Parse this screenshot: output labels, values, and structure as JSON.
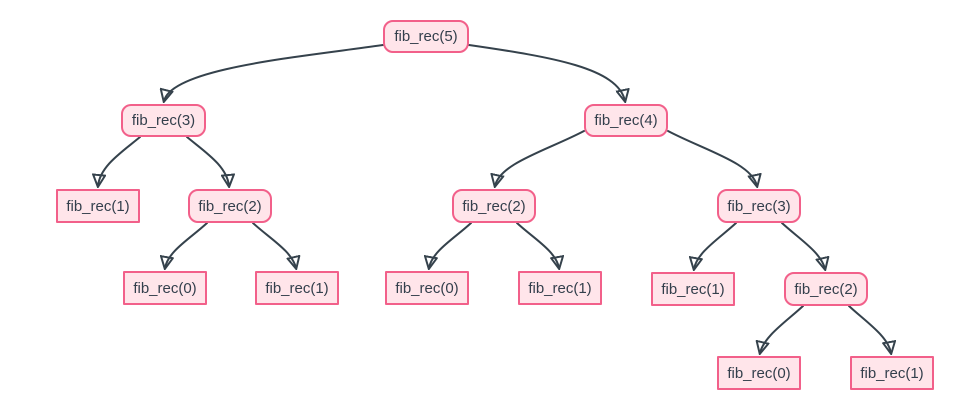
{
  "diagram": {
    "type": "recursion-tree",
    "nodes": [
      {
        "id": "n5",
        "label": "fib_rec(5)",
        "shape": "rounded"
      },
      {
        "id": "n3",
        "label": "fib_rec(3)",
        "shape": "rounded"
      },
      {
        "id": "n4",
        "label": "fib_rec(4)",
        "shape": "rounded"
      },
      {
        "id": "n3_1",
        "label": "fib_rec(1)",
        "shape": "square"
      },
      {
        "id": "n3_2",
        "label": "fib_rec(2)",
        "shape": "rounded"
      },
      {
        "id": "n4_2",
        "label": "fib_rec(2)",
        "shape": "rounded"
      },
      {
        "id": "n4_3",
        "label": "fib_rec(3)",
        "shape": "rounded"
      },
      {
        "id": "n3_2_0",
        "label": "fib_rec(0)",
        "shape": "square"
      },
      {
        "id": "n3_2_1",
        "label": "fib_rec(1)",
        "shape": "square"
      },
      {
        "id": "n4_2_0",
        "label": "fib_rec(0)",
        "shape": "square"
      },
      {
        "id": "n4_2_1",
        "label": "fib_rec(1)",
        "shape": "square"
      },
      {
        "id": "n4_3_1",
        "label": "fib_rec(1)",
        "shape": "square"
      },
      {
        "id": "n4_3_2",
        "label": "fib_rec(2)",
        "shape": "rounded"
      },
      {
        "id": "n4_3_2_0",
        "label": "fib_rec(0)",
        "shape": "square"
      },
      {
        "id": "n4_3_2_1",
        "label": "fib_rec(1)",
        "shape": "square"
      }
    ],
    "edges": [
      {
        "from": "n5",
        "to": "n3"
      },
      {
        "from": "n5",
        "to": "n4"
      },
      {
        "from": "n3",
        "to": "n3_1"
      },
      {
        "from": "n3",
        "to": "n3_2"
      },
      {
        "from": "n3_2",
        "to": "n3_2_0"
      },
      {
        "from": "n3_2",
        "to": "n3_2_1"
      },
      {
        "from": "n4",
        "to": "n4_2"
      },
      {
        "from": "n4",
        "to": "n4_3"
      },
      {
        "from": "n4_2",
        "to": "n4_2_0"
      },
      {
        "from": "n4_2",
        "to": "n4_2_1"
      },
      {
        "from": "n4_3",
        "to": "n4_3_1"
      },
      {
        "from": "n4_3",
        "to": "n4_3_2"
      },
      {
        "from": "n4_3_2",
        "to": "n4_3_2_0"
      },
      {
        "from": "n4_3_2",
        "to": "n4_3_2_1"
      }
    ]
  },
  "colors": {
    "node_fill": "#ffe5ea",
    "node_border": "#f2608a",
    "edge": "#35424c",
    "text": "#333f4c",
    "background": "#ffffff"
  }
}
